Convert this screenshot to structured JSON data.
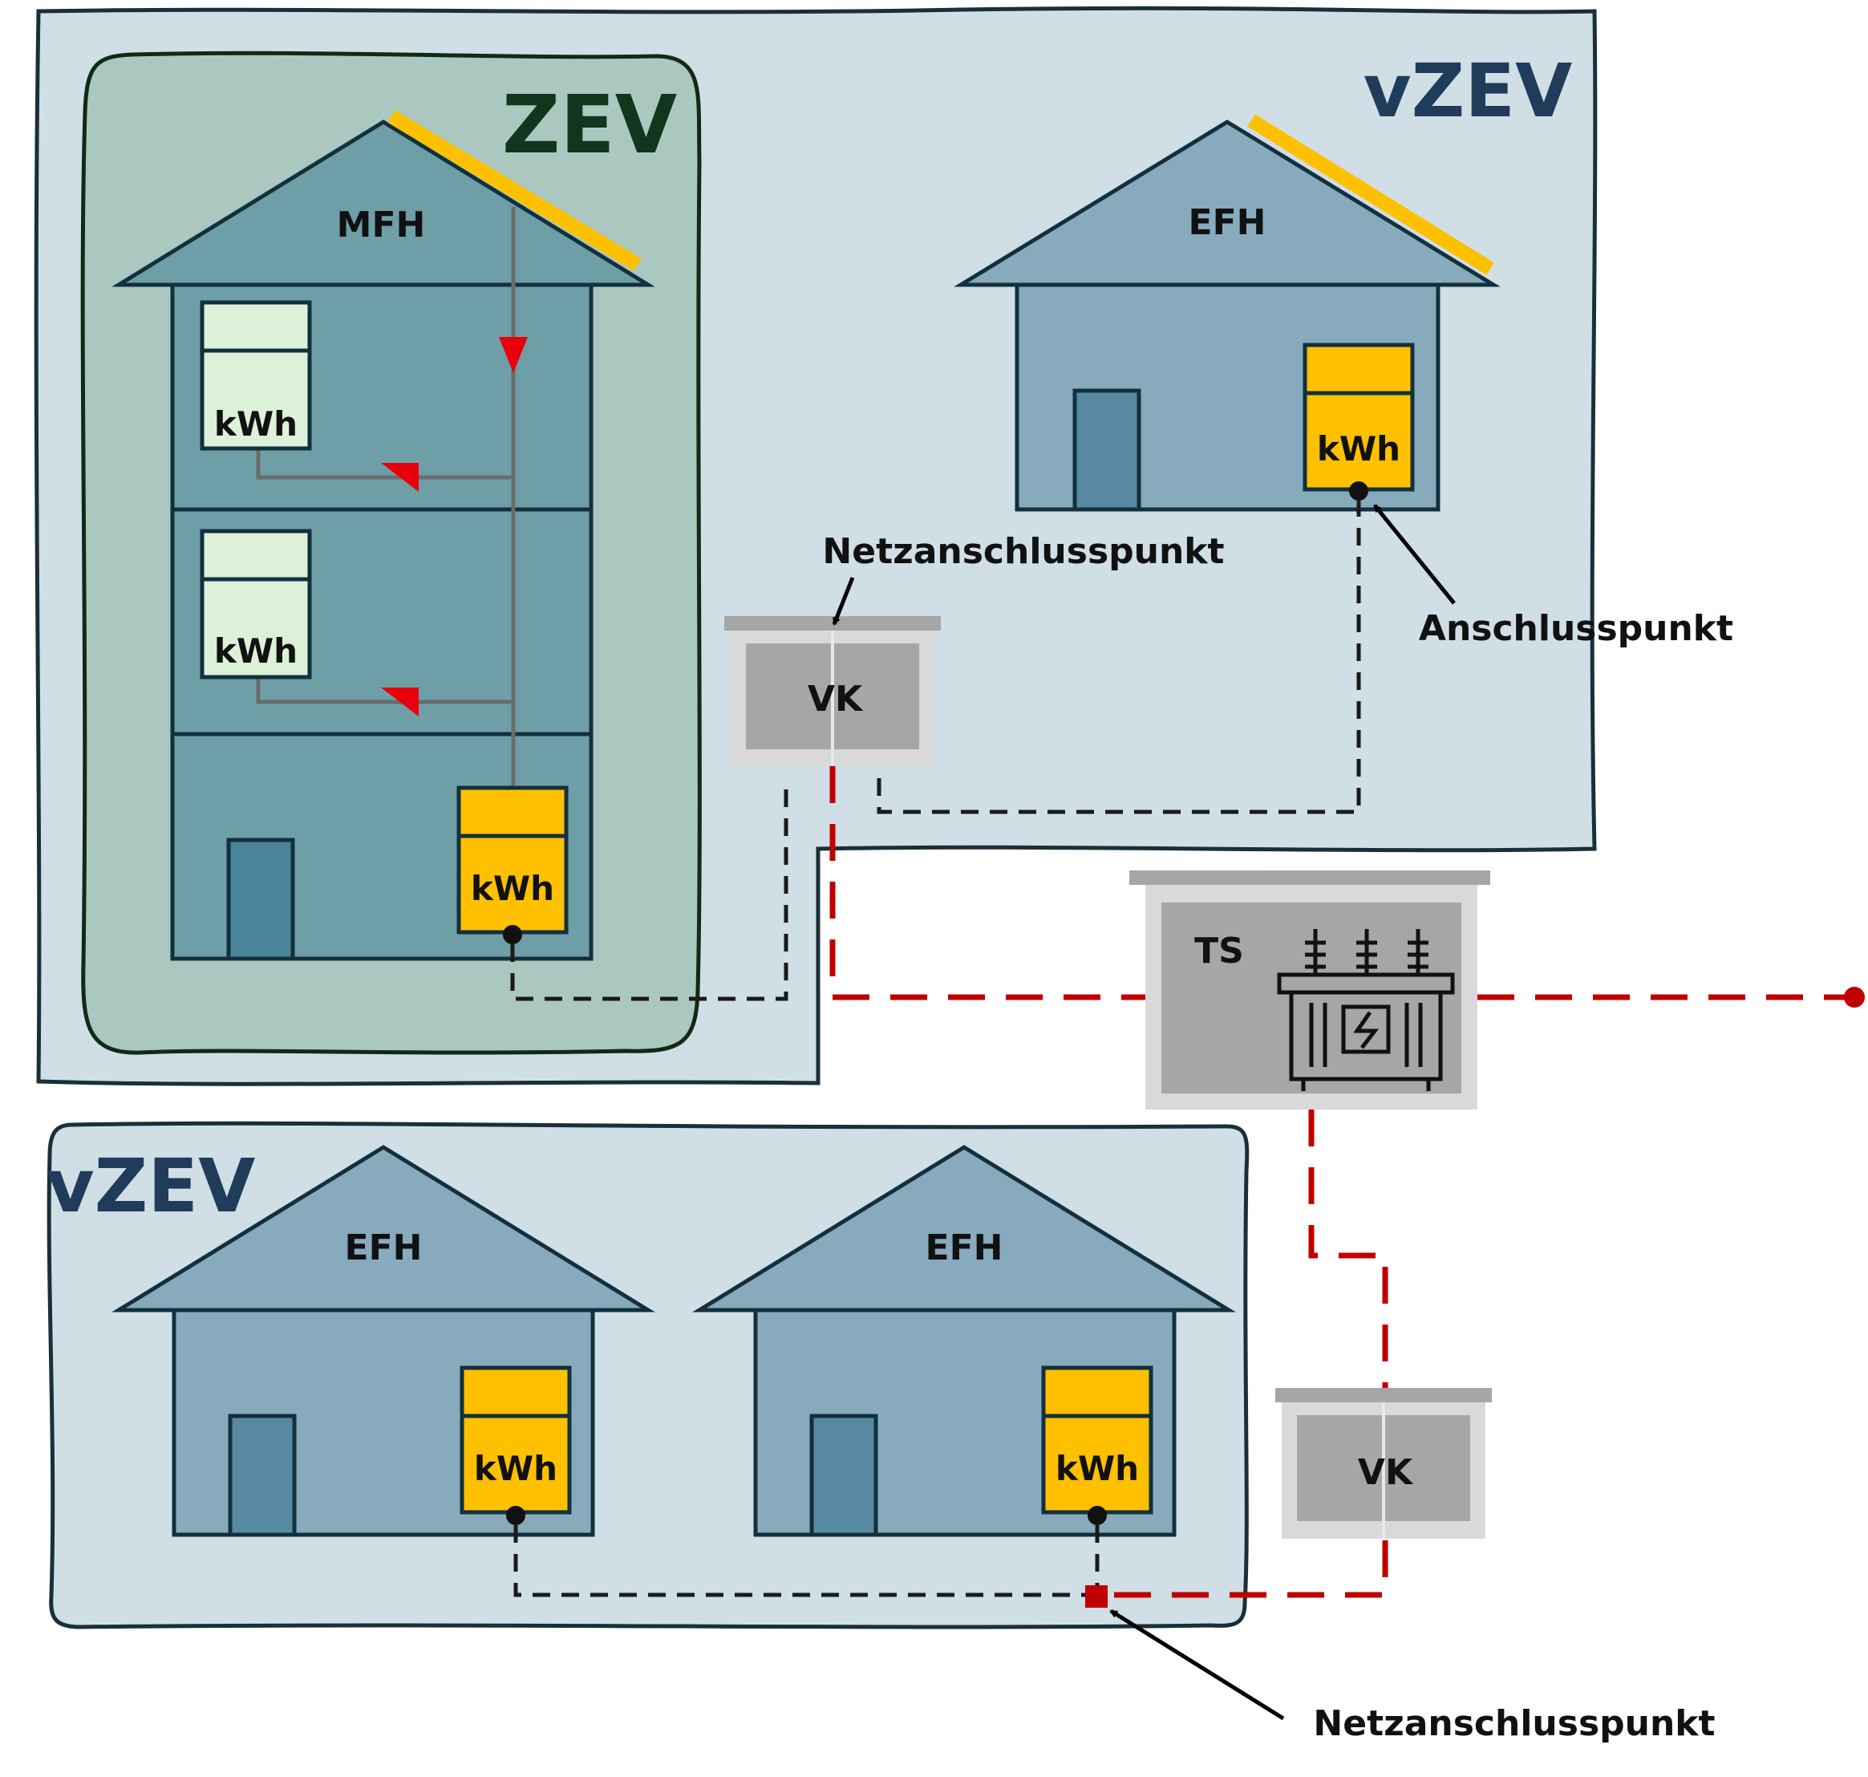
{
  "regions": {
    "vzev_top": "vZEV",
    "zev": "ZEV",
    "vzev_bottom": "vZEV"
  },
  "buildings": {
    "mfh": "MFH",
    "efh_top": "EFH",
    "efh_bottom_left": "EFH",
    "efh_bottom_right": "EFH"
  },
  "meters": {
    "unit": "kWh"
  },
  "infrastructure": {
    "vk_top": "VK",
    "vk_bottom": "VK",
    "ts": "TS"
  },
  "annotations": {
    "netzanschlusspunkt_top": "Netzanschlusspunkt",
    "anschlusspunkt": "Anschlusspunkt",
    "netzanschlusspunkt_bottom": "Netzanschlusspunkt"
  },
  "colors": {
    "vzev_fill": "#d0dee6",
    "zev_fill": "#abc8c0",
    "house_efh": "#87aabd",
    "house_mfh": "#6e9fa7",
    "meter_yellow": "#ffc000",
    "meter_green": "#ddf0d8",
    "grid_red": "#c00000",
    "box_grey": "#a6a6a6"
  }
}
